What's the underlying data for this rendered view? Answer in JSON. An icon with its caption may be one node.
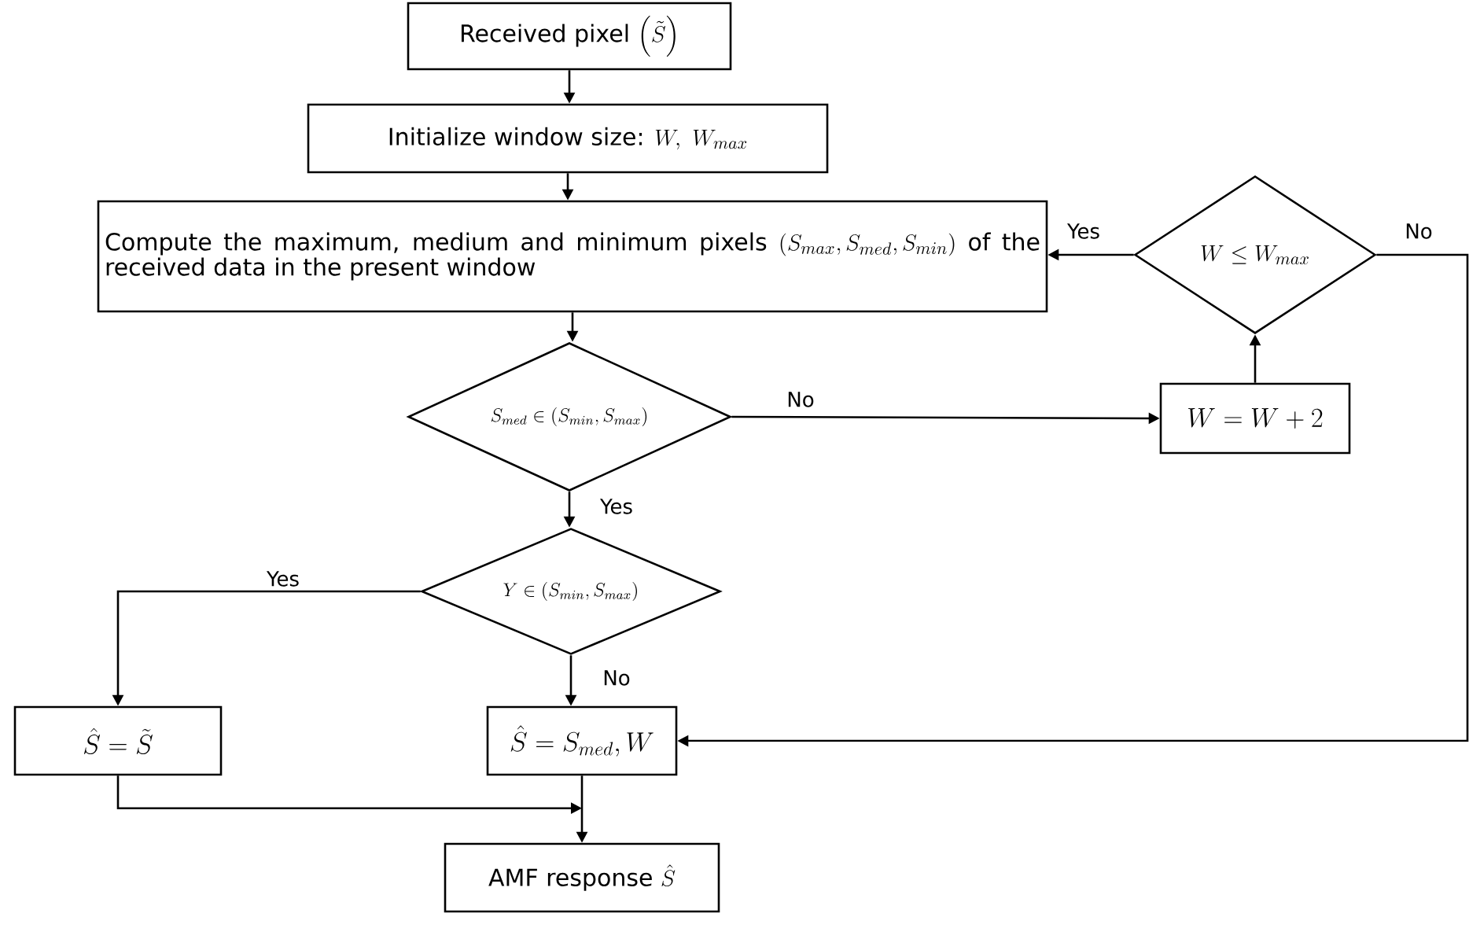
{
  "diagram": {
    "nodes": [
      {
        "text": [
          "Received pixel",
          "\\left(\\tilde{S}\\right)"
        ]
      },
      {
        "text": [
          "Initialize window size:",
          "W,\\ W_{max}"
        ]
      },
      {
        "text": [
          "Compute the maximum, medium and minimum pixels",
          "\\left(S_{max}, S_{med}, S_{min}\\right)",
          "of the received data in the present window"
        ]
      },
      {
        "text": [
          "S_{med} \\in \\left(S_{min}, S_{max}\\right)"
        ]
      },
      {
        "text": [
          "W = W + 2"
        ]
      },
      {
        "text": [
          "W \\le W_{max}"
        ]
      },
      {
        "text": [
          "Y \\in \\left(S_{min}, S_{max}\\right)"
        ]
      },
      {
        "text": [
          "\\hat{S} = \\tilde{S}"
        ]
      },
      {
        "text": [
          "\\hat{S} = S_{med}, W"
        ]
      },
      {
        "text": [
          "AMF response",
          "\\hat{S}"
        ]
      }
    ],
    "edges": [
      {
        "from": 0,
        "to": 1,
        "arrow": "to"
      },
      {
        "from": 1,
        "to": 2,
        "arrow": "to"
      },
      {
        "from": 2,
        "to": 3,
        "arrow": "to"
      },
      {
        "from": 3,
        "to": 4,
        "arrow": "to",
        "label": "No"
      },
      {
        "from": 3,
        "to": 6,
        "arrow": "to",
        "label": "Yes"
      },
      {
        "from": 4,
        "to": 5,
        "arrow": "to"
      },
      {
        "from": 5,
        "to": 2,
        "arrow": "to",
        "label": "Yes"
      },
      {
        "from": 5,
        "to": 8,
        "arrow": "to",
        "label": "No"
      },
      {
        "from": 6,
        "to": 7,
        "arrow": "to",
        "label": "Yes"
      },
      {
        "from": 6,
        "to": 8,
        "arrow": "to",
        "label": "No"
      },
      {
        "from": 7,
        "to": 9,
        "arrow": "to"
      },
      {
        "from": 8,
        "to": 9,
        "arrow": "to"
      }
    ]
  }
}
